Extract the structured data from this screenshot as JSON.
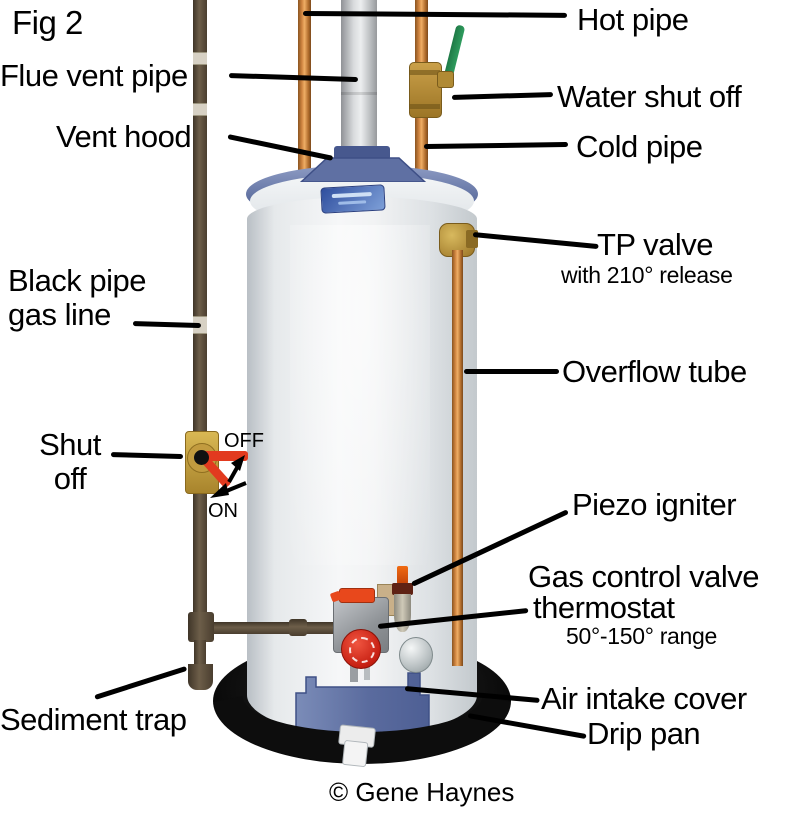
{
  "figure": {
    "title": "Fig 2",
    "copyright": "© Gene Haynes"
  },
  "labels": {
    "hot_pipe": "Hot pipe",
    "flue_vent_pipe": "Flue vent pipe",
    "vent_hood": "Vent hood",
    "water_shut_off": "Water shut off",
    "cold_pipe": "Cold pipe",
    "tp_valve": "TP valve",
    "tp_valve_release": "with 210° release",
    "overflow_tube": "Overflow tube",
    "black_pipe_line1": "Black pipe",
    "black_pipe_line2": "gas line",
    "shut_off_line1": "Shut",
    "shut_off_line2": "off",
    "off": "OFF",
    "on": "ON",
    "piezo_igniter": "Piezo igniter",
    "gas_control_valve": "Gas control valve",
    "thermostat": "thermostat",
    "thermostat_range": "50°-150° range",
    "sediment_trap": "Sediment trap",
    "air_intake_cover": "Air intake cover",
    "drip_pan": "Drip pan"
  },
  "colors": {
    "background": "#ffffff",
    "label_text": "#000000",
    "copper_pipe": "#c9813a",
    "black_gas_pipe": "#5b4c39",
    "flue_pipe_gray": "#c6c8ca",
    "tank_body": "#eef0f2",
    "tank_trim_blue": "#5a6b9e",
    "drip_pan_black": "#0d0d0d",
    "brass_valve": "#b98f3e",
    "red_gas_handle": "#e23a1f",
    "green_water_handle": "#2f9c5e",
    "igniter_orange": "#e8590f",
    "dial_red": "#c61f12"
  }
}
